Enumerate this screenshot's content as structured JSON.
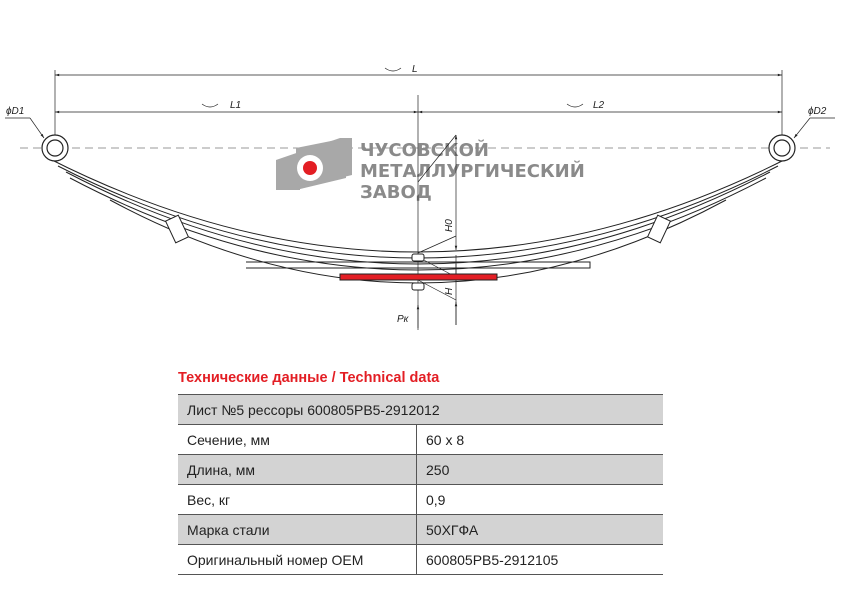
{
  "drawing": {
    "labels": {
      "L": "L",
      "L1": "L1",
      "L2": "L2",
      "D1": "ϕD1",
      "D2": "ϕD2",
      "H0": "H0",
      "H": "H",
      "Pk": "Pк"
    },
    "logo": {
      "line1": "ЧУСОВСКОЙ",
      "line2": "МЕТАЛЛУРГИЧЕСКИЙ",
      "line3": "ЗАВОД"
    },
    "highlight_color": "#e31e24"
  },
  "table": {
    "title": "Технические данные / Technical data",
    "header": "Лист №5 рессоры 600805РВ5-2912012",
    "rows": [
      {
        "label": "Сечение, мм",
        "value": "60 х 8"
      },
      {
        "label": "Длина, мм",
        "value": "250"
      },
      {
        "label": "Вес, кг",
        "value": "0,9"
      },
      {
        "label": "Марка стали",
        "value": "50ХГФА"
      },
      {
        "label": "Оригинальный номер OEM",
        "value": "600805РВ5-2912105"
      }
    ]
  }
}
